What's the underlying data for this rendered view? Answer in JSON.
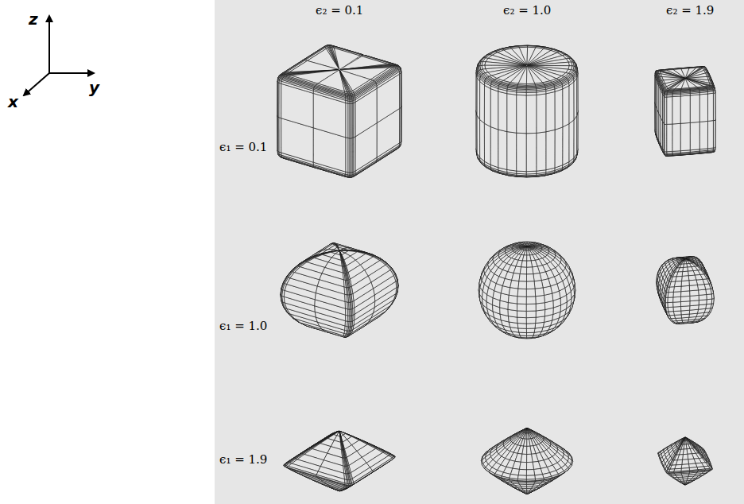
{
  "diagram": {
    "labels": [
      "z",
      "x",
      "y",
      "ϵ₂ = 0.1",
      "ϵ₂ = 1.0",
      "ϵ₂ = 1.9",
      "ϵ₁ = 0.1",
      "ϵ₁ = 1.0",
      "ϵ₁ = 1.9"
    ]
  }
}
